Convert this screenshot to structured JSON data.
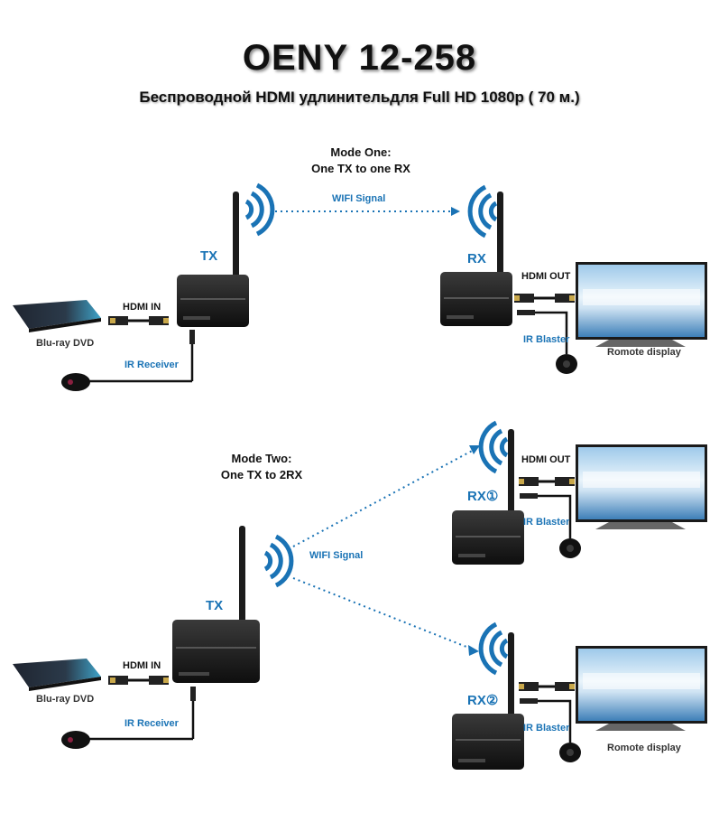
{
  "header": {
    "title": "OENY 12-258",
    "subtitle": "Беспроводной HDMI удлинительдля Full HD 1080p ( 70 м.)"
  },
  "mode_one": {
    "heading_line1": "Mode One:",
    "heading_line2": "One TX to one RX",
    "tx_label": "TX",
    "rx_label": "RX",
    "wifi_label": "WIFI Signal",
    "hdmi_in": "HDMI IN",
    "hdmi_out": "HDMI OUT",
    "ir_receiver": "IR Receiver",
    "ir_blaster": "IR Blaster",
    "source_caption": "Blu-ray DVD",
    "display_caption": "Romote display"
  },
  "mode_two": {
    "heading_line1": "Mode Two:",
    "heading_line2": "One TX to 2RX",
    "tx_label": "TX",
    "rx1_label": "RX①",
    "rx2_label": "RX②",
    "wifi_label": "WIFI Signal",
    "hdmi_in": "HDMI IN",
    "hdmi_out": "HDMI OUT",
    "ir_receiver": "IR Receiver",
    "ir_blaster_1": "IR Blaster",
    "ir_blaster_2": "IR Blaster",
    "source_caption": "Blu-ray DVD",
    "display_caption": "Romote display"
  },
  "colors": {
    "accent_blue": "#1a73b5",
    "device_black": "#1b1b1b"
  }
}
